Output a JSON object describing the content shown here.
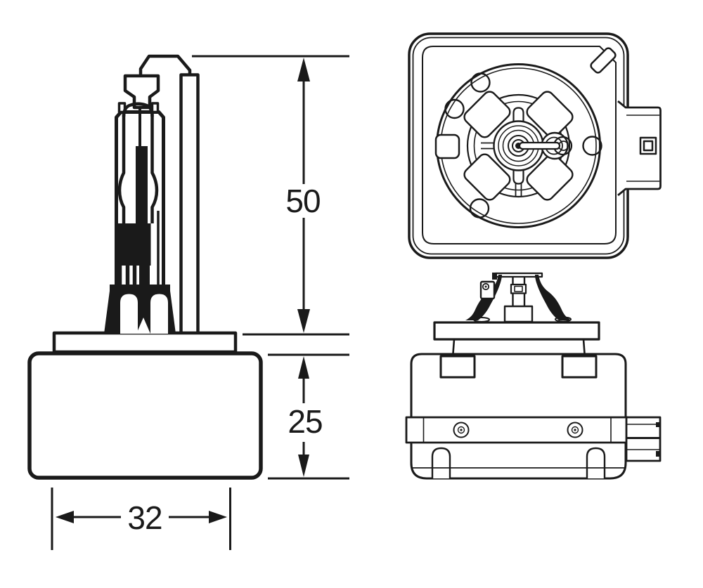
{
  "diagram": {
    "type": "technical-drawing",
    "subject": "HID xenon headlight bulb, three orthographic views",
    "colors": {
      "line": "#1a1a1a",
      "background": "#ffffff"
    },
    "views": {
      "side": "bulb side view with arc tube and base",
      "top": "connector face view",
      "rear": "base side view with connector"
    },
    "dimensions": {
      "d50": {
        "label": "50"
      },
      "d25": {
        "label": "25"
      },
      "d32": {
        "label": "32"
      }
    }
  }
}
